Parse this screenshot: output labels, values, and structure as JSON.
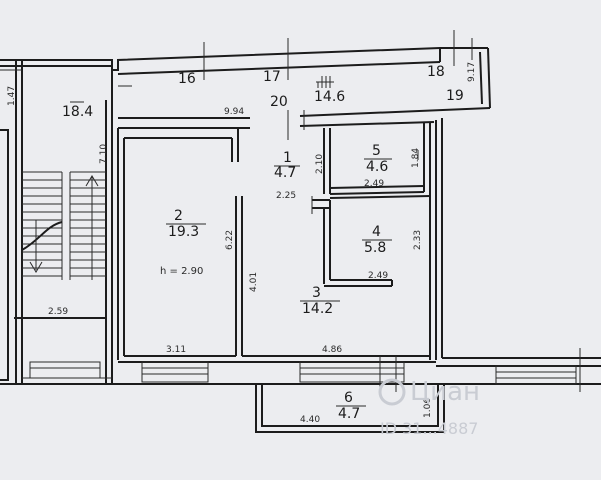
{
  "rooms": {
    "r1": {
      "num": "1",
      "area": "4.7"
    },
    "r2": {
      "num": "2",
      "area": "19.3"
    },
    "r3": {
      "num": "3",
      "area": "14.2"
    },
    "r4": {
      "num": "4",
      "area": "5.8"
    },
    "r5": {
      "num": "5",
      "area": "4.6"
    },
    "r6": {
      "num": "6",
      "area": "4.7"
    },
    "r16": {
      "num": "16"
    },
    "r17": {
      "num": "17"
    },
    "r18": {
      "num": "18"
    },
    "r19": {
      "num": "19"
    },
    "r20": {
      "num": "20"
    },
    "corridor": {
      "area": "14.6"
    },
    "stair": {
      "area": "18.4"
    }
  },
  "ceiling_height": "h = 2.90",
  "dimensions": {
    "d_917": "9.17",
    "d_994": "9.94",
    "d_147": "1.47",
    "d_710": "7.10",
    "d_259": "2.59",
    "d_622": "6.22",
    "d_311": "3.11",
    "d_401": "4.01",
    "d_486": "4.86",
    "d_225": "2.25",
    "d_210": "2.10",
    "d_184": "1.84",
    "d_249a": "2.49",
    "d_233": "2.33",
    "d_249b": "2.49",
    "d_440": "4.40",
    "d_106": "1.06"
  },
  "watermark": {
    "text": "Циан",
    "id": "ID 31...4887"
  }
}
